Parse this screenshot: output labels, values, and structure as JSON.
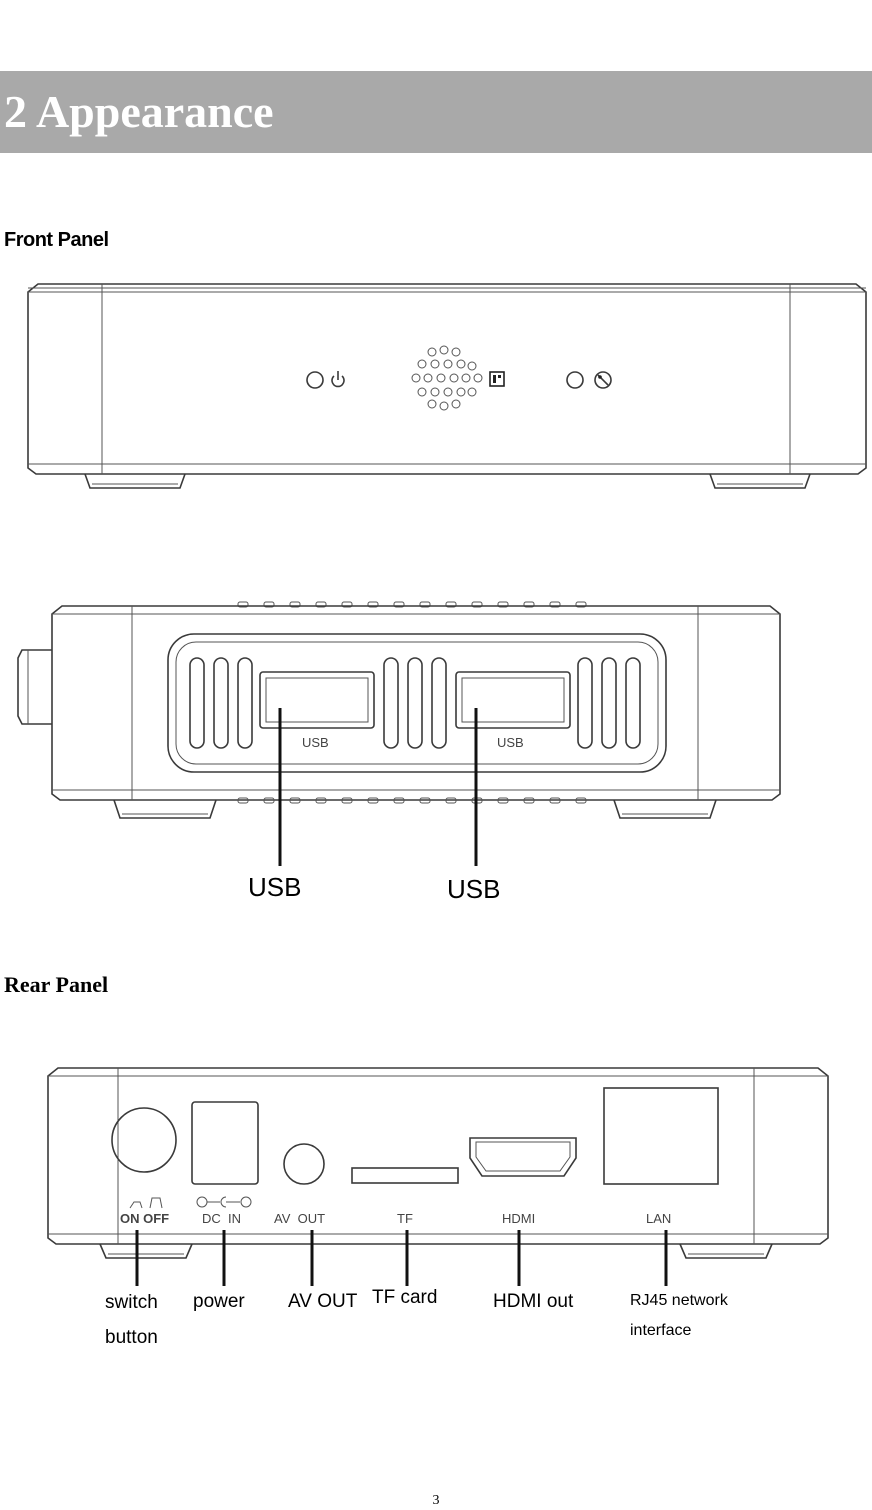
{
  "header": {
    "title": "2 Appearance",
    "banner_color": "#a9a9a9"
  },
  "sections": {
    "front_title": "Front Panel",
    "rear_title": "Rear Panel"
  },
  "side_panel": {
    "port_labels_small": [
      "USB",
      "USB"
    ],
    "callouts": [
      "USB",
      "USB"
    ]
  },
  "rear_panel": {
    "port_labels_small": [
      "ON OFF",
      "DC  IN",
      "AV  OUT",
      "TF",
      "HDMI",
      "LAN"
    ],
    "callouts": [
      {
        "line1": "switch",
        "line2": "button"
      },
      {
        "line1": "power",
        "line2": ""
      },
      {
        "line1": "AV OUT",
        "line2": ""
      },
      {
        "line1": "TF card",
        "line2": ""
      },
      {
        "line1": "HDMI out",
        "line2": ""
      },
      {
        "line1": "RJ45 network",
        "line2": "interface"
      }
    ]
  },
  "footer": {
    "page_number": "3"
  }
}
